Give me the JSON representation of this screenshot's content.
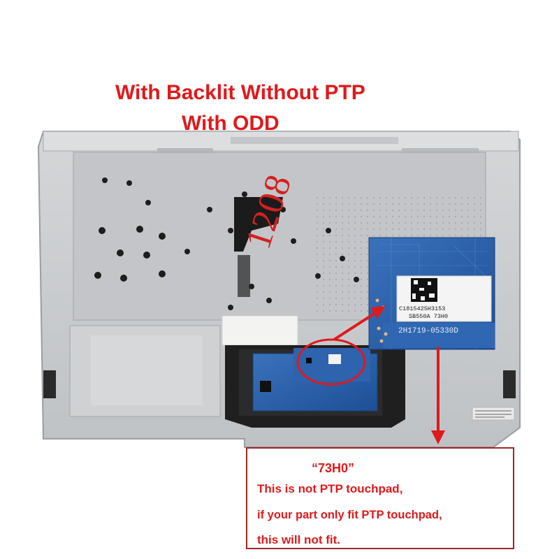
{
  "heading": {
    "line1": "With Backlit Without PTP",
    "line2": "With ODD"
  },
  "stamp_text": "1208",
  "board_label": {
    "line1": "C1815425H3153",
    "line2": "SB550A 73H0",
    "part_number": "2H1719-05330D"
  },
  "notice": {
    "code": "“73H0”",
    "line1": "This is not PTP touchpad,",
    "line2": "if your part only fit PTP touchpad,",
    "line3": "this will not fit."
  },
  "colors": {
    "accent_red": "#e0191b",
    "board_blue": "#2a5fa8",
    "chassis_silver": "#c9cbcd"
  }
}
